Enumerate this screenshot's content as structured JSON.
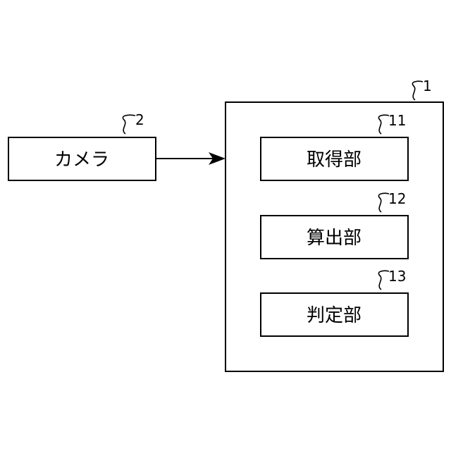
{
  "camera": {
    "label": "カメラ",
    "ref": "2"
  },
  "device": {
    "ref": "1",
    "units": [
      {
        "label": "取得部",
        "ref": "11"
      },
      {
        "label": "算出部",
        "ref": "12"
      },
      {
        "label": "判定部",
        "ref": "13"
      }
    ]
  },
  "colors": {
    "stroke": "#000000",
    "background": "#ffffff"
  }
}
